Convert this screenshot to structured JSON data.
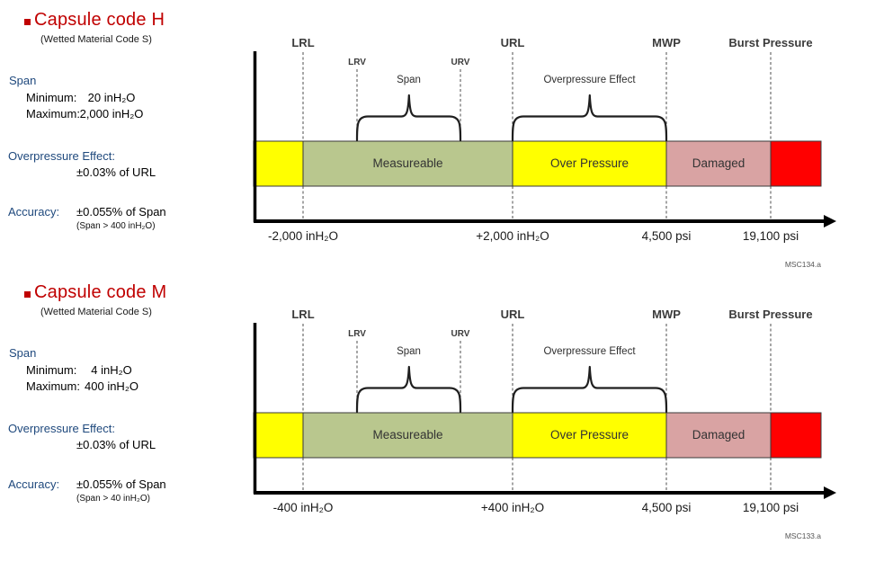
{
  "colors": {
    "zone_yellow": "#FFFF00",
    "zone_green": "#B9C78E",
    "zone_pink": "#D9A3A3",
    "zone_red": "#FF0000",
    "title_red": "#C00000",
    "heading_blue": "#1F497D"
  },
  "panels": [
    {
      "title": "Capsule code H",
      "subtitle": "(Wetted Material Code S)",
      "span_heading": "Span",
      "minimum_label": "Minimum:",
      "minimum_value": "20 inH₂O",
      "maximum_label": "Maximum:",
      "maximum_value": "2,000 inH₂O",
      "overpressure_heading": "Overpressure Effect:",
      "overpressure_value": "±0.03% of URL",
      "accuracy_label": "Accuracy:",
      "accuracy_value": "±0.055% of Span",
      "accuracy_note": "(Span > 400 inH₂O)"
    },
    {
      "title": "Capsule code M",
      "subtitle": "(Wetted Material Code S)",
      "span_heading": "Span",
      "minimum_label": "Minimum:",
      "minimum_value": "4 inH₂O",
      "maximum_label": "Maximum:",
      "maximum_value": "400 inH₂O",
      "overpressure_heading": "Overpressure Effect:",
      "overpressure_value": "±0.03% of URL",
      "accuracy_label": "Accuracy:",
      "accuracy_value": "±0.055% of Span",
      "accuracy_note": "(Span > 40 inH₂O)"
    }
  ],
  "diagrams": [
    {
      "scale_labels": {
        "lrl": "LRL",
        "url": "URL",
        "mwp": "MWP",
        "burst": "Burst Pressure",
        "lrv": "LRV",
        "urv": "URV"
      },
      "span_label": "Span",
      "overpressure_label": "Overpressure Effect",
      "zones": {
        "measurable": "Measureable",
        "over_pressure": "Over Pressure",
        "damaged": "Damaged"
      },
      "ticks": {
        "lrl": "-2,000 inH₂O",
        "url": "+2,000 inH₂O",
        "mwp": "4,500 psi",
        "burst": "19,100 psi"
      },
      "caption": "MSC134.a"
    },
    {
      "scale_labels": {
        "lrl": "LRL",
        "url": "URL",
        "mwp": "MWP",
        "burst": "Burst Pressure",
        "lrv": "LRV",
        "urv": "URV"
      },
      "span_label": "Span",
      "overpressure_label": "Overpressure Effect",
      "zones": {
        "measurable": "Measureable",
        "over_pressure": "Over Pressure",
        "damaged": "Damaged"
      },
      "ticks": {
        "lrl": "-400 inH₂O",
        "url": "+400 inH₂O",
        "mwp": "4,500 psi",
        "burst": "19,100 psi"
      },
      "caption": "MSC133.a"
    }
  ]
}
